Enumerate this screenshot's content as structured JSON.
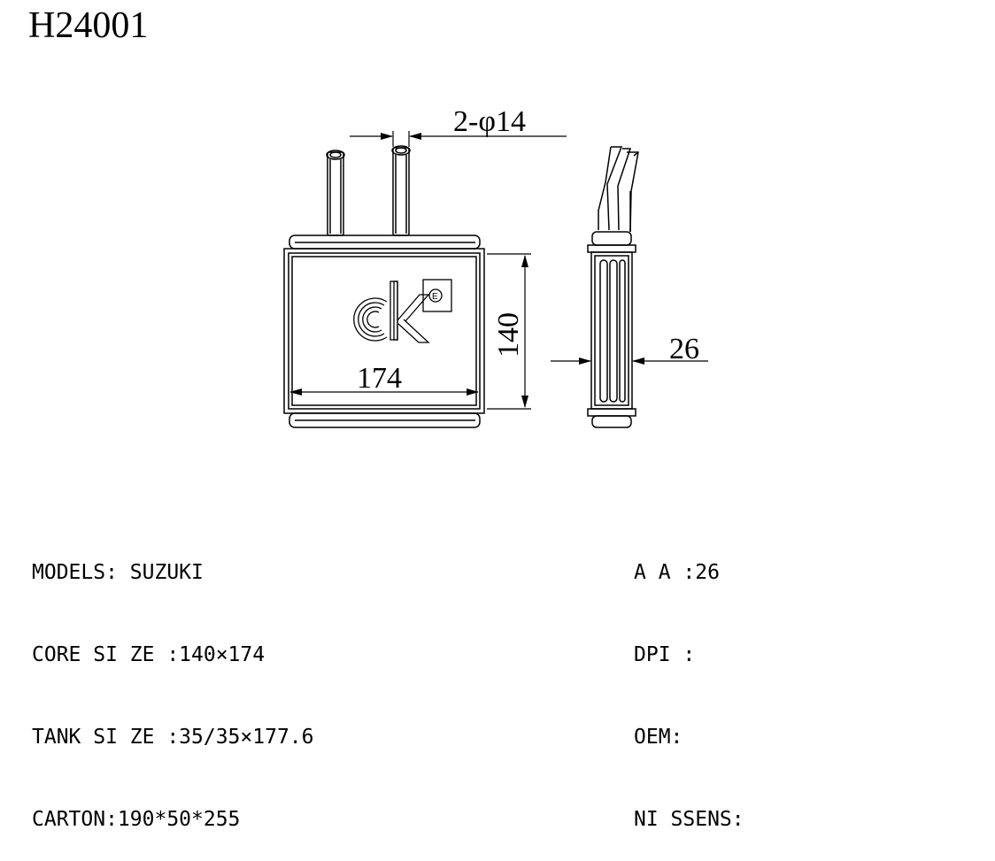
{
  "title": "H24001",
  "drawing": {
    "dimension_labels": {
      "inlet_outlet": "2-φ14",
      "width": "174",
      "height": "140",
      "depth": "26"
    },
    "logo": {
      "letters": "ck",
      "mark": "E"
    }
  },
  "specs": {
    "left": [
      "MODELS: SUZUKI",
      "CORE SI ZE :140×174",
      "TANK SI ZE :35/35×177.6",
      "CARTON:190*50*255"
    ],
    "right": [
      "A A :26",
      "DPI :",
      "OEM:",
      "NI SSENS:"
    ]
  }
}
